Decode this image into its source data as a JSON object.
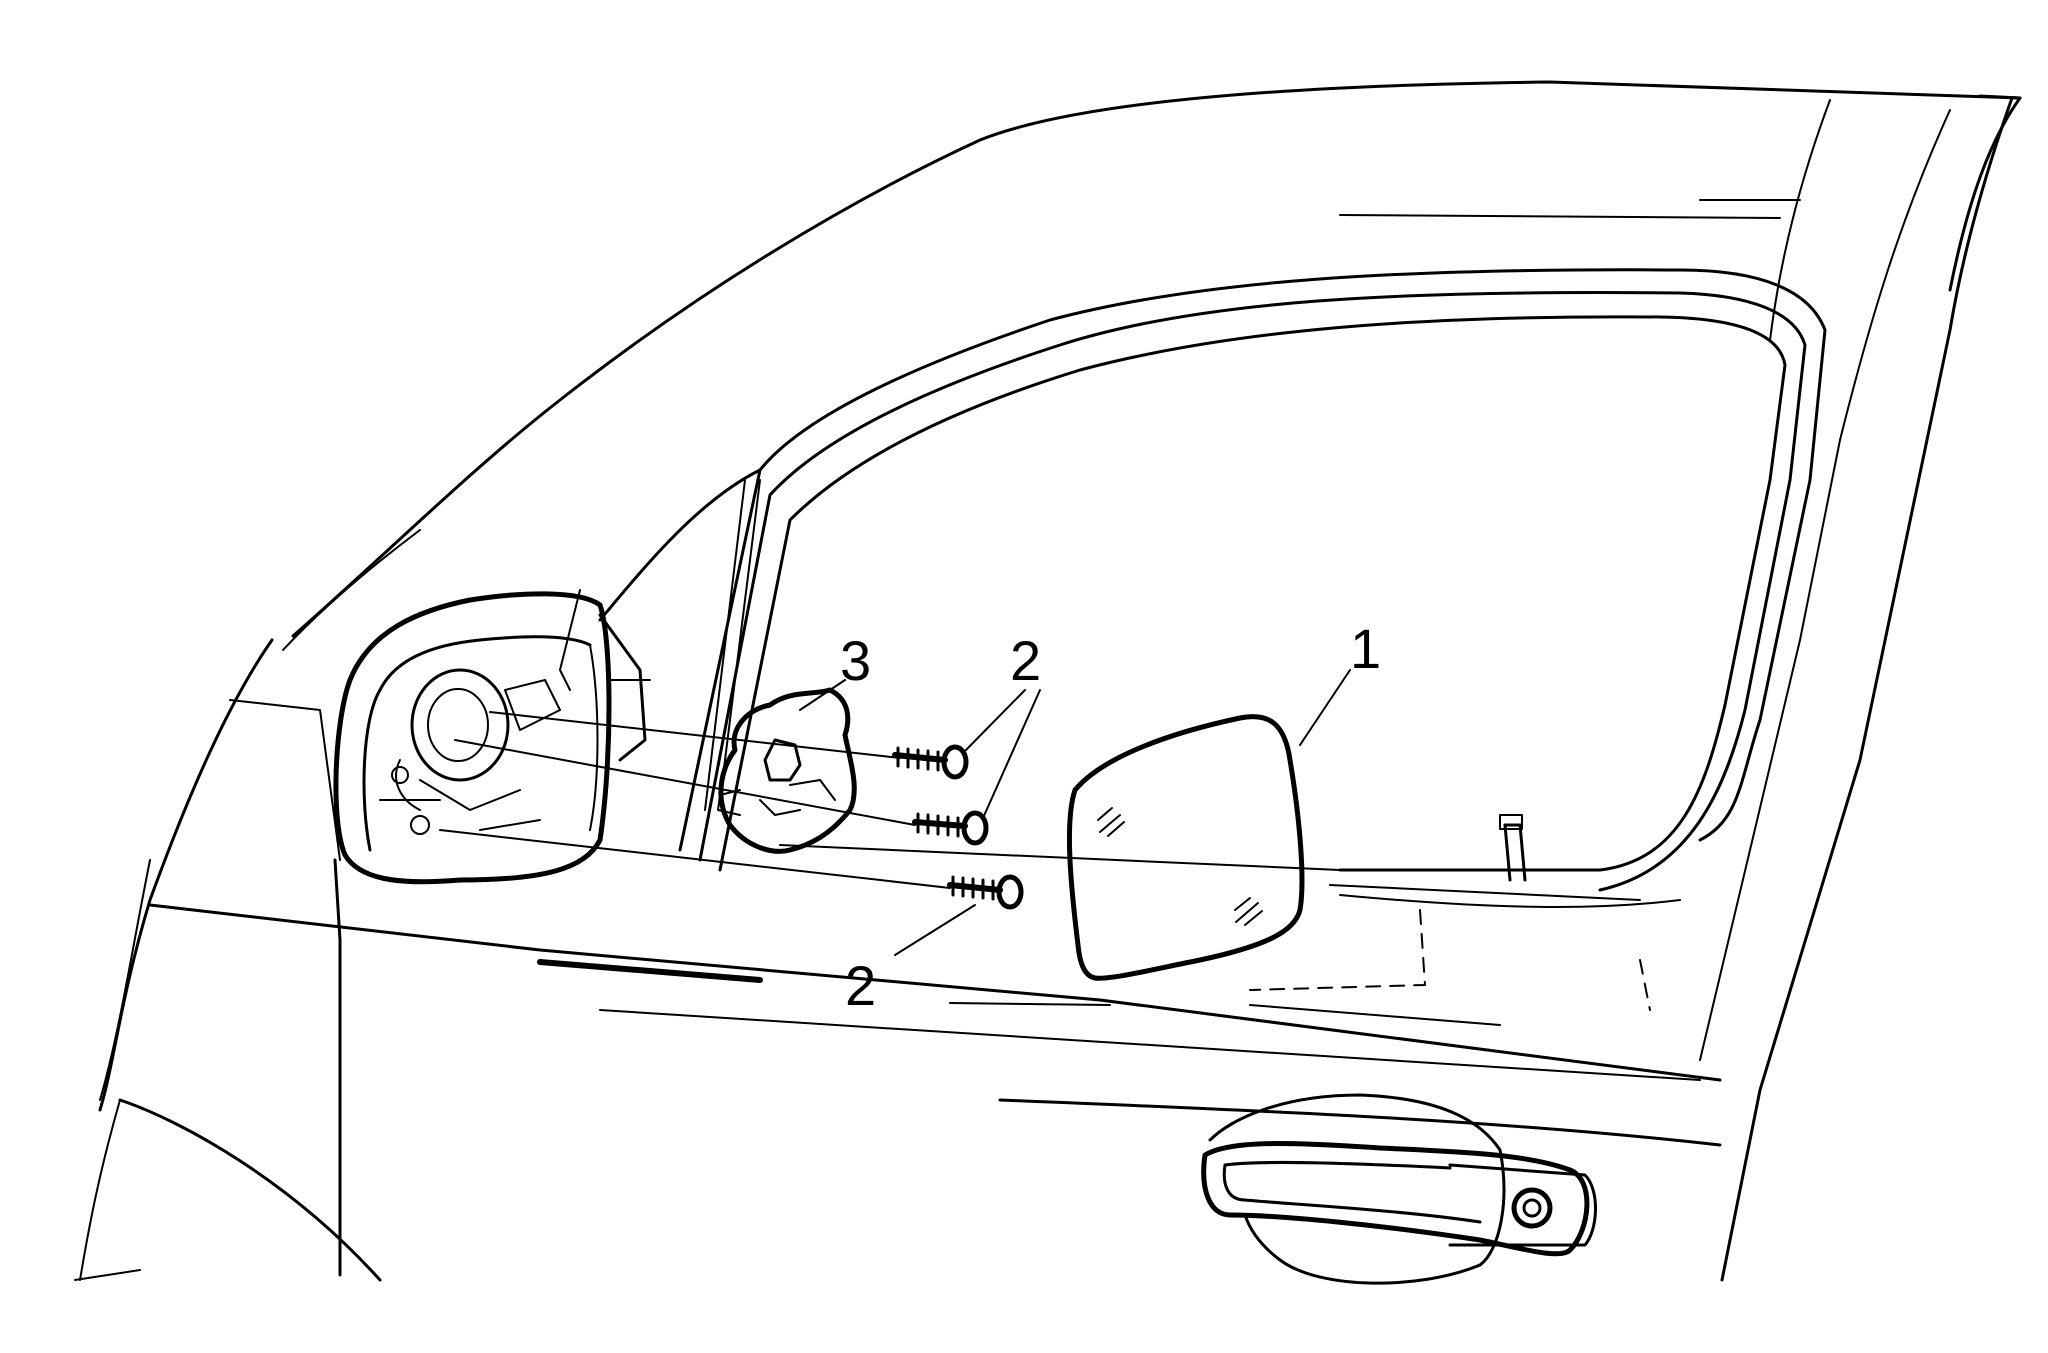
{
  "callouts": {
    "mirror_glass": "1",
    "screw_upper": "2",
    "screw_lower": "2",
    "actuator": "3"
  }
}
